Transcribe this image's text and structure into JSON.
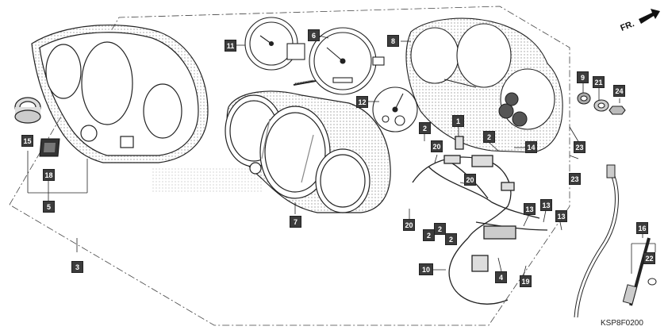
{
  "diagram": {
    "direction_marker": "FR.",
    "diagram_code": "KSP8F0200",
    "callouts": [
      {
        "id": "c3",
        "label": "3"
      },
      {
        "id": "c5",
        "label": "5"
      },
      {
        "id": "c15",
        "label": "15"
      },
      {
        "id": "c18",
        "label": "18"
      },
      {
        "id": "c11",
        "label": "11"
      },
      {
        "id": "c6",
        "label": "6"
      },
      {
        "id": "c12",
        "label": "12"
      },
      {
        "id": "c7",
        "label": "7"
      },
      {
        "id": "c8",
        "label": "8"
      },
      {
        "id": "c9",
        "label": "9"
      },
      {
        "id": "c21",
        "label": "21"
      },
      {
        "id": "c24",
        "label": "24"
      },
      {
        "id": "c23a",
        "label": "23"
      },
      {
        "id": "c23b",
        "label": "23"
      },
      {
        "id": "c14",
        "label": "14"
      },
      {
        "id": "c1",
        "label": "1"
      },
      {
        "id": "c2a",
        "label": "2"
      },
      {
        "id": "c2b",
        "label": "2"
      },
      {
        "id": "c20a",
        "label": "20"
      },
      {
        "id": "c20b",
        "label": "20"
      },
      {
        "id": "c20c",
        "label": "20"
      },
      {
        "id": "c2c",
        "label": "2"
      },
      {
        "id": "c2d",
        "label": "2"
      },
      {
        "id": "c2e",
        "label": "2"
      },
      {
        "id": "c13a",
        "label": "13"
      },
      {
        "id": "c13b",
        "label": "13"
      },
      {
        "id": "c13c",
        "label": "13"
      },
      {
        "id": "c10",
        "label": "10"
      },
      {
        "id": "c4",
        "label": "4"
      },
      {
        "id": "c19",
        "label": "19"
      },
      {
        "id": "c16",
        "label": "16"
      },
      {
        "id": "c22",
        "label": "22"
      }
    ]
  }
}
